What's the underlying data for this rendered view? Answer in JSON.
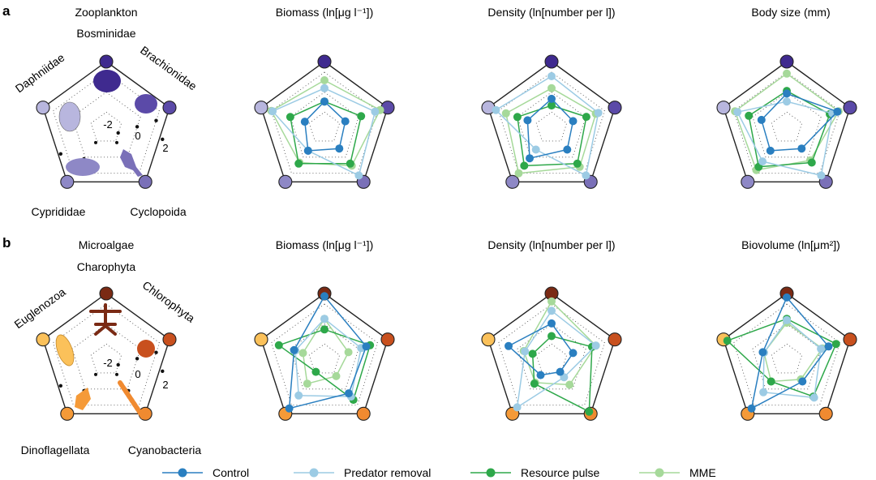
{
  "panels": [
    {
      "letter": "a",
      "key_title": "Zooplankton",
      "taxa": [
        "Bosminidae",
        "Brachionidae",
        "Cyclopoida",
        "Cyprididae",
        "Daphniidae"
      ],
      "taxa_colors": [
        "#3f2a8f",
        "#5b4aa8",
        "#7a70b8",
        "#8e88c6",
        "#b8b6de"
      ],
      "ring_labels": [
        "-2",
        "0",
        "2"
      ],
      "metrics": [
        {
          "title": "Biomass (ln[μg l⁻¹])"
        },
        {
          "title": "Density (ln[number per l])"
        },
        {
          "title": "Body size (mm)"
        }
      ]
    },
    {
      "letter": "b",
      "key_title": "Microalgae",
      "taxa": [
        "Charophyta",
        "Chlorophyta",
        "Cyanobacteria",
        "Dinoflagellata",
        "Euglenozoa"
      ],
      "taxa_colors": [
        "#7a2a14",
        "#c8501e",
        "#f08a30",
        "#f59a38",
        "#fbc15a"
      ],
      "ring_labels": [
        "-2",
        "0",
        "2"
      ],
      "metrics": [
        {
          "title": "Biomass (ln[μg l⁻¹])"
        },
        {
          "title": "Density (ln[number per l])"
        },
        {
          "title": "Biovolume (ln[μm²])"
        }
      ]
    }
  ],
  "legend": [
    {
      "label": "Control",
      "color": "#2a7fc0"
    },
    {
      "label": "Predator removal",
      "color": "#9ccbe4"
    },
    {
      "label": "Resource pulse",
      "color": "#2ea84a"
    },
    {
      "label": "MME",
      "color": "#a6d99a"
    }
  ],
  "chart_data": [
    {
      "type": "radar",
      "title": "Biomass (ln[μg l⁻¹])",
      "group": "Zooplankton",
      "axes": [
        "Bosminidae",
        "Brachionidae",
        "Cyclopoida",
        "Cyprididae",
        "Daphniidae"
      ],
      "series": [
        {
          "name": "Control",
          "values": [
            0.4,
            0.33,
            0.38,
            0.42,
            0.31
          ]
        },
        {
          "name": "Predator removal",
          "values": [
            0.6,
            0.8,
            0.88,
            0.42,
            0.82
          ]
        },
        {
          "name": "Resource pulse",
          "values": [
            0.4,
            0.58,
            0.66,
            0.66,
            0.54
          ]
        },
        {
          "name": "MME",
          "values": [
            0.72,
            0.88,
            0.7,
            0.64,
            0.84
          ]
        }
      ]
    },
    {
      "type": "radar",
      "title": "Density (ln[number per l])",
      "group": "Zooplankton",
      "axes": [
        "Bosminidae",
        "Brachionidae",
        "Cyclopoida",
        "Cyprididae",
        "Daphniidae"
      ],
      "series": [
        {
          "name": "Control",
          "values": [
            0.44,
            0.34,
            0.4,
            0.56,
            0.38
          ]
        },
        {
          "name": "Predator removal",
          "values": [
            0.78,
            0.74,
            0.88,
            0.4,
            0.88
          ]
        },
        {
          "name": "Resource pulse",
          "values": [
            0.34,
            0.55,
            0.66,
            0.7,
            0.54
          ]
        },
        {
          "name": "MME",
          "values": [
            0.6,
            0.7,
            0.72,
            0.84,
            0.72
          ]
        }
      ]
    },
    {
      "type": "radar",
      "title": "Body size (mm)",
      "group": "Zooplankton",
      "axes": [
        "Bosminidae",
        "Brachionidae",
        "Cyclopoida",
        "Cyprididae",
        "Daphniidae"
      ],
      "series": [
        {
          "name": "Control",
          "values": [
            0.52,
            0.8,
            0.38,
            0.42,
            0.4
          ]
        },
        {
          "name": "Predator removal",
          "values": [
            0.4,
            0.72,
            0.88,
            0.62,
            0.78
          ]
        },
        {
          "name": "Resource pulse",
          "values": [
            0.56,
            0.68,
            0.64,
            0.72,
            0.6
          ]
        },
        {
          "name": "MME",
          "values": [
            0.82,
            0.82,
            0.6,
            0.78,
            0.82
          ]
        }
      ]
    },
    {
      "type": "radar",
      "title": "Biomass (ln[μg l⁻¹])",
      "group": "Microalgae",
      "axes": [
        "Charophyta",
        "Chlorophyta",
        "Cyanobacteria",
        "Dinoflagellata",
        "Euglenozoa"
      ],
      "series": [
        {
          "name": "Control",
          "values": [
            0.96,
            0.66,
            0.62,
            0.9,
            0.48
          ]
        },
        {
          "name": "Predator removal",
          "values": [
            0.62,
            0.58,
            0.68,
            0.66,
            0.46
          ]
        },
        {
          "name": "Resource pulse",
          "values": [
            0.46,
            0.72,
            0.74,
            0.22,
            0.72
          ]
        },
        {
          "name": "MME",
          "values": [
            0.62,
            0.38,
            0.3,
            0.44,
            0.34
          ]
        }
      ]
    },
    {
      "type": "radar",
      "title": "Density (ln[number per l])",
      "group": "Microalgae",
      "axes": [
        "Charophyta",
        "Chlorophyta",
        "Cyanobacteria",
        "Dinoflagellata",
        "Euglenozoa"
      ],
      "series": [
        {
          "name": "Control",
          "values": [
            0.55,
            0.34,
            0.22,
            0.28,
            0.68
          ]
        },
        {
          "name": "Predator removal",
          "values": [
            0.74,
            0.7,
            0.32,
            0.88,
            0.42
          ]
        },
        {
          "name": "Resource pulse",
          "values": [
            0.36,
            0.64,
            0.96,
            0.44,
            0.3
          ]
        },
        {
          "name": "MME",
          "values": [
            0.88,
            0.7,
            0.46,
            0.42,
            0.44
          ]
        }
      ]
    },
    {
      "type": "radar",
      "title": "Biovolume (ln[μm²])",
      "group": "Microalgae",
      "axes": [
        "Charophyta",
        "Chlorophyta",
        "Cyanobacteria",
        "Dinoflagellata",
        "Euglenozoa"
      ],
      "series": [
        {
          "name": "Control",
          "values": [
            0.94,
            0.66,
            0.4,
            0.9,
            0.38
          ]
        },
        {
          "name": "Predator removal",
          "values": [
            0.6,
            0.54,
            0.7,
            0.6,
            0.36
          ]
        },
        {
          "name": "Resource pulse",
          "values": [
            0.62,
            0.78,
            0.68,
            0.4,
            0.94
          ]
        },
        {
          "name": "MME",
          "values": [
            0.56,
            0.56,
            0.36,
            0.4,
            0.36
          ]
        }
      ]
    }
  ]
}
